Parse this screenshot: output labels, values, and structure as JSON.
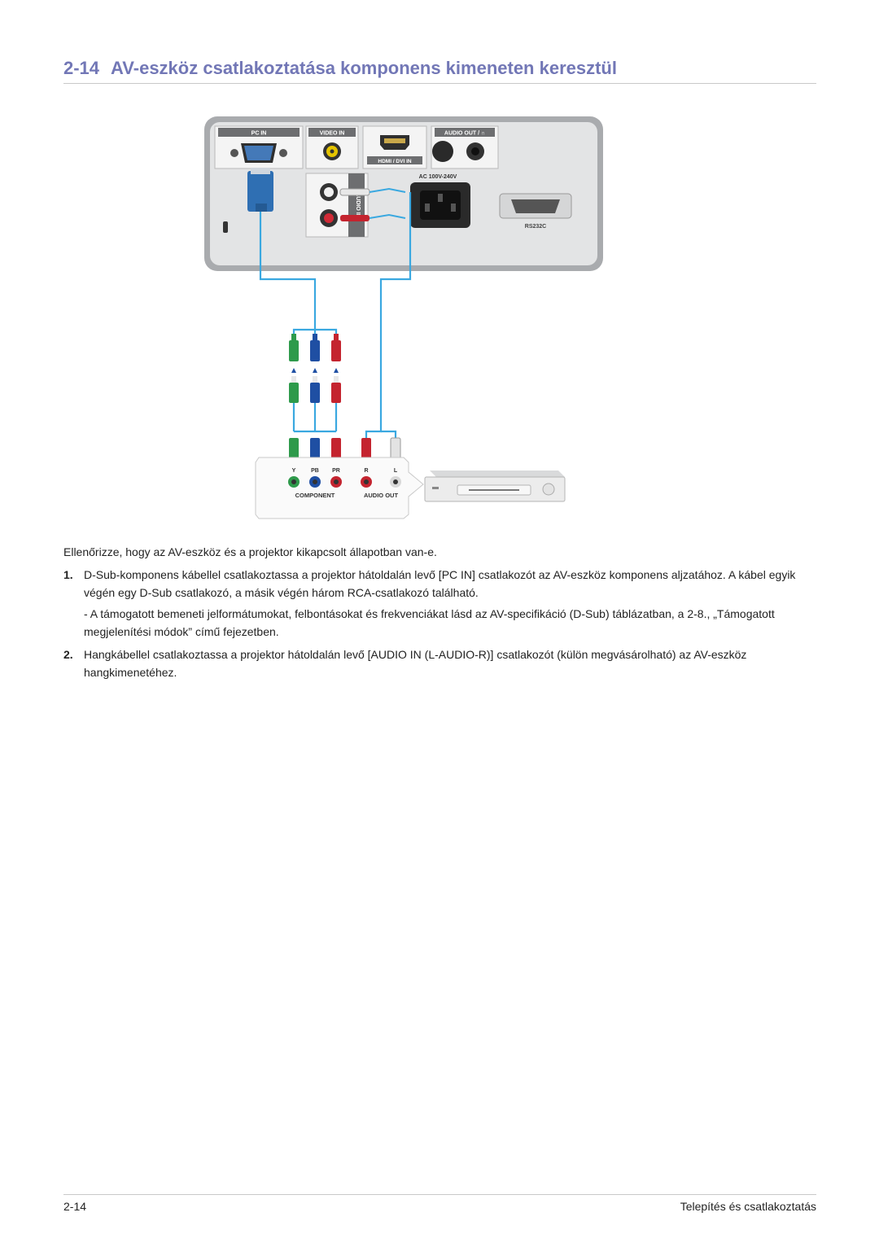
{
  "header": {
    "number": "2-14",
    "title": "AV-eszköz csatlakoztatása komponens kimeneten keresztül"
  },
  "figure": {
    "labels": {
      "pc_in": "PC IN",
      "video_in": "VIDEO IN",
      "audio_out": "AUDIO OUT / ∩",
      "hdmi": "HDMI / DVI IN",
      "ac": "AC 100V-240V",
      "audio_in": "AUDIO IN",
      "rs232c": "RS232C",
      "y": "Y",
      "pb": "PB",
      "pr": "PR",
      "r": "R",
      "l": "L",
      "component": "COMPONENT",
      "audio_out_dev": "AUDIO OUT"
    },
    "colors": {
      "cable": "#3aa8e0",
      "green": "#2e9a4b",
      "blue": "#1f4fa3",
      "red": "#c4242f",
      "white": "#e6e6e6"
    }
  },
  "body": {
    "intro": "Ellenőrizze, hogy az AV-eszköz és a projektor kikapcsolt állapotban van-e.",
    "steps": [
      {
        "num": "1.",
        "text": "D-Sub-komponens kábellel csatlakoztassa a projektor hátoldalán levő [PC IN] csatlakozót az AV-eszköz komponens aljzatához. A kábel egyik végén egy D-Sub csatlakozó, a másik végén három RCA-csatlakozó található.",
        "note": "- A támogatott bemeneti jelformátumokat, felbontásokat és frekvenciákat lásd az AV-specifikáció (D-Sub) táblázatban, a 2-8., „Támogatott megjelenítési módok” című fejezetben."
      },
      {
        "num": "2.",
        "text": "Hangkábellel csatlakoztassa a projektor hátoldalán levő [AUDIO IN (L-AUDIO-R)] csatlakozót (külön megvásárolható) az AV-eszköz hangkimenetéhez."
      }
    ]
  },
  "footer": {
    "page": "2-14",
    "chapter": "Telepítés és csatlakoztatás"
  }
}
